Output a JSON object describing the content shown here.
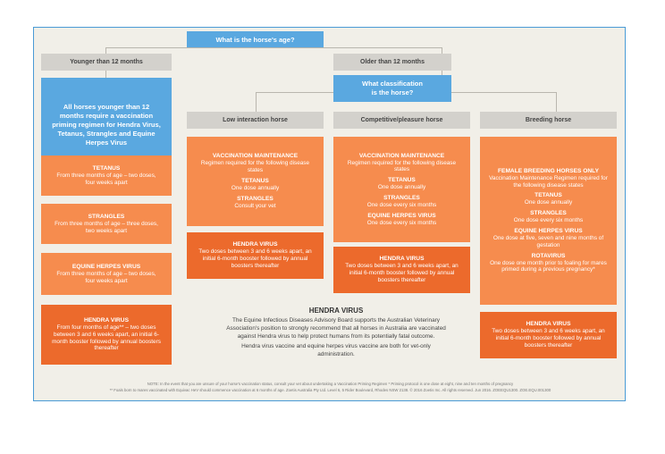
{
  "question_age": "What is the horse's age?",
  "younger": {
    "label": "Younger than 12 months",
    "intro": "All horses younger than 12 months require a vaccination priming regimen for Hendra Virus, Tetanus, Strangles and Equine Herpes Virus",
    "tetanus": {
      "title": "TETANUS",
      "text": "From three months of age – two doses, four weeks apart"
    },
    "strangles": {
      "title": "STRANGLES",
      "text": "From three months of age – three doses, two weeks apart"
    },
    "ehv": {
      "title": "EQUINE HERPES VIRUS",
      "text": "From three months of age – two doses, four weeks apart"
    },
    "hendra": {
      "title": "HENDRA VIRUS",
      "text": "From four months of age** – two doses between 3 and 6 weeks apart, an initial 6-month booster followed by annual boosters thereafter"
    }
  },
  "older": {
    "label": "Older than 12 months",
    "question_class": "What classification is the horse?"
  },
  "low": {
    "label": "Low interaction horse",
    "maint_title": "VACCINATION MAINTENANCE",
    "maint_text": "Regimen required for the following disease states",
    "tetanus_title": "TETANUS",
    "tetanus_text": "One dose annually",
    "strangles_title": "STRANGLES",
    "strangles_text": "Consult your vet",
    "hendra_title": "HENDRA VIRUS",
    "hendra_text": "Two doses between 3 and 6 weeks apart, an initial 6-month booster followed by annual boosters thereafter"
  },
  "comp": {
    "label": "Competitive/pleasure horse",
    "maint_title": "VACCINATION MAINTENANCE",
    "maint_text": "Regimen required for the following disease states",
    "tetanus_title": "TETANUS",
    "tetanus_text": "One dose annually",
    "strangles_title": "STRANGLES",
    "strangles_text": "One dose every six months",
    "ehv_title": "EQUINE HERPES VIRUS",
    "ehv_text": "One dose every six months",
    "hendra_title": "HENDRA VIRUS",
    "hendra_text": "Two doses between 3 and 6 weeks apart, an initial 6-month booster followed by annual boosters thereafter"
  },
  "breed": {
    "label": "Breeding horse",
    "female_title": "FEMALE BREEDING HORSES ONLY",
    "female_text": "Vaccination Maintenance Regimen required for the following disease states",
    "tetanus_title": "TETANUS",
    "tetanus_text": "One dose annually",
    "strangles_title": "STRANGLES",
    "strangles_text": "One dose every six months",
    "ehv_title": "EQUINE HERPES VIRUS",
    "ehv_text": "One dose at five, seven and nine months of gestation",
    "rota_title": "ROTAVIRUS",
    "rota_text": "One dose one month prior to foaling for mares primed during a previous pregnancy*",
    "hendra_title": "HENDRA VIRUS",
    "hendra_text": "Two doses between 3 and 6 weeks apart, an initial 6-month booster followed by annual boosters thereafter"
  },
  "hendra_note": {
    "title": "HENDRA VIRUS",
    "p1": "The Equine Infectious Diseases Advisory Board supports the Australian Veterinary Association's position to strongly recommend that all horses in Australia are vaccinated against Hendra virus to help protect humans from its potentially fatal outcome.",
    "p2": "Hendra virus vaccine and equine herpes virus vaccine are both for vet-only administration."
  },
  "footnotes": {
    "line1": "NOTE: In the event that you are unsure of your horse's vaccination status, consult your vet about undertaking a Vaccination Priming Regimen * Priming protocol is one dose at eight, nine and ten months of pregnancy",
    "line2": "** Foals born to mares vaccinated with Equivac HeV should commence vaccination at 6 months of age. Zoetis Australia Pty Ltd. Level 6, 5 Rider Boulevard, Rhodes NSW 2138. © 2016 Zoetis Inc. All rights reserved. Jun 2016. ZOEEQU1300. ZOE.EQU.001300"
  },
  "colors": {
    "blue": "#5aa8e0",
    "orange": "#f68c4e",
    "dark_orange": "#ec6a2c",
    "grey": "#d3d1cc"
  }
}
